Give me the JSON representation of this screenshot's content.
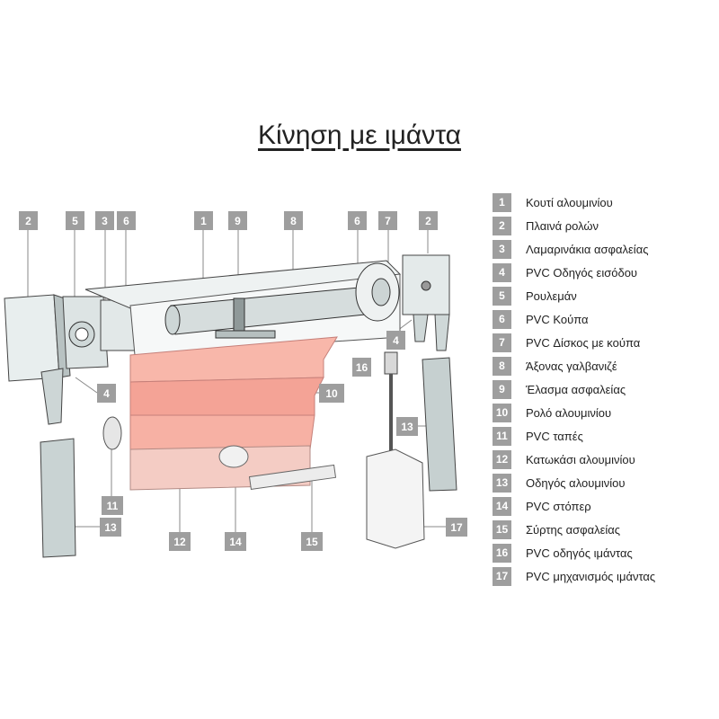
{
  "title": "Κίνηση με ιμάντα",
  "colors": {
    "tag_bg": "#9e9e9e",
    "slat": "#f3a79a",
    "frame": "#d9e2e2"
  },
  "legend": [
    {
      "num": "1",
      "label": "Κουτί αλουμινίου"
    },
    {
      "num": "2",
      "label": "Πλαινά ρολών"
    },
    {
      "num": "3",
      "label": "Λαμαρινάκια ασφαλείας"
    },
    {
      "num": "4",
      "label": "PVC Οδηγός εισόδου"
    },
    {
      "num": "5",
      "label": "Ρουλεμάν"
    },
    {
      "num": "6",
      "label": "PVC Κούπα"
    },
    {
      "num": "7",
      "label": "PVC Δίσκος με κούπα"
    },
    {
      "num": "8",
      "label": "Άξονας γαλβανιζέ"
    },
    {
      "num": "9",
      "label": "Έλασμα ασφαλείας"
    },
    {
      "num": "10",
      "label": "Ρολό αλουμινίου"
    },
    {
      "num": "11",
      "label": "PVC ταπές"
    },
    {
      "num": "12",
      "label": "Κατωκάσι αλουμινίου"
    },
    {
      "num": "13",
      "label": "Οδηγός αλουμινίου"
    },
    {
      "num": "14",
      "label": "PVC στόπερ"
    },
    {
      "num": "15",
      "label": "Σύρτης ασφαλείας"
    },
    {
      "num": "16",
      "label": "PVC οδηγός ιμάντας"
    },
    {
      "num": "17",
      "label": "PVC μηχανισμός ιμάντας"
    }
  ],
  "tags": [
    {
      "id": "t2a",
      "text": "2"
    },
    {
      "id": "t5",
      "text": "5"
    },
    {
      "id": "t3",
      "text": "3"
    },
    {
      "id": "t6a",
      "text": "6"
    },
    {
      "id": "t1",
      "text": "1"
    },
    {
      "id": "t9",
      "text": "9"
    },
    {
      "id": "t8",
      "text": "8"
    },
    {
      "id": "t6b",
      "text": "6"
    },
    {
      "id": "t7",
      "text": "7"
    },
    {
      "id": "t2b",
      "text": "2"
    },
    {
      "id": "t4a",
      "text": "4"
    },
    {
      "id": "t4b",
      "text": "4"
    },
    {
      "id": "t16",
      "text": "16"
    },
    {
      "id": "t10",
      "text": "10"
    },
    {
      "id": "t13a",
      "text": "13"
    },
    {
      "id": "t11",
      "text": "11"
    },
    {
      "id": "t13b",
      "text": "13"
    },
    {
      "id": "t12",
      "text": "12"
    },
    {
      "id": "t14",
      "text": "14"
    },
    {
      "id": "t15",
      "text": "15"
    },
    {
      "id": "t17",
      "text": "17"
    }
  ]
}
